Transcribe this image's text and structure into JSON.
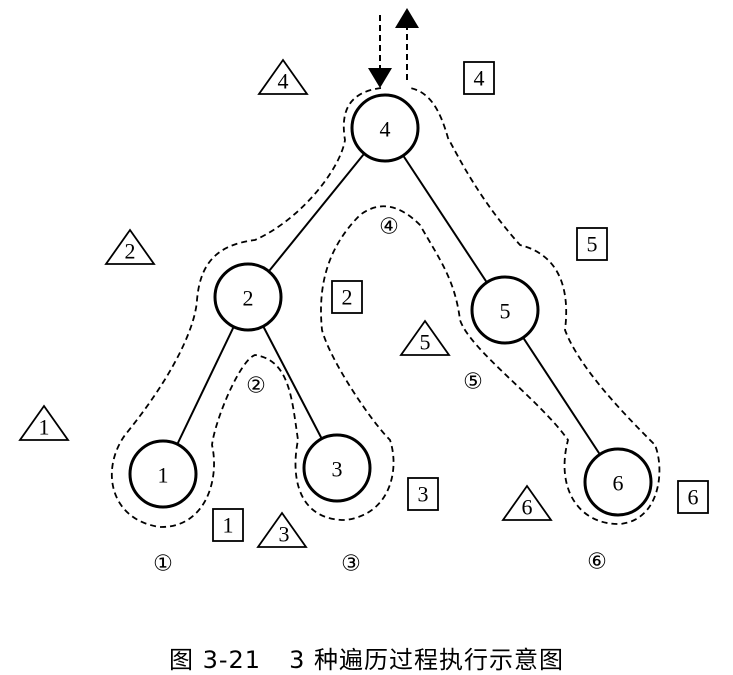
{
  "nodes": {
    "n4": "4",
    "n2": "2",
    "n5": "5",
    "n1": "1",
    "n3": "3",
    "n6": "6"
  },
  "preorder_marks": {
    "t4": "4",
    "t2": "2",
    "t1": "1",
    "t3": "3",
    "t5": "5",
    "t6": "6"
  },
  "postorder_marks": {
    "s4": "4",
    "s5": "5",
    "s2": "2",
    "s3": "3",
    "s1": "1",
    "s6": "6"
  },
  "inorder_marks": {
    "c1": "①",
    "c2": "②",
    "c3": "③",
    "c4": "④",
    "c5": "⑤",
    "c6": "⑥"
  },
  "caption": {
    "figure": "图 3-21",
    "title": "3 种遍历过程执行示意图"
  }
}
